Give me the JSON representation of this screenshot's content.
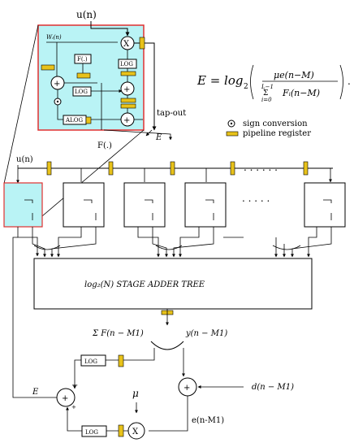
{
  "labels": {
    "input": "u(n)",
    "input_row": "u(n)",
    "tap_out": "tap-out",
    "feedback_F": "F(.)",
    "feedback_E": "E",
    "adder_tree": "log₂(N) STAGE ADDER TREE",
    "sum_f": "Σ F(n − M1)",
    "y_out": "y(n − M1)",
    "desired": "d(n − M1)",
    "error": "e(n-M1)",
    "mu": "μ",
    "e_left": "E",
    "ellipsis_top": ". . . . . .",
    "ellipsis_mid": ". . . . .",
    "minus": "−",
    "plus": "+"
  },
  "inset": {
    "weight": "Wᵢ(n)",
    "mult": "X",
    "f_box": "F(.)",
    "log_top": "LOG",
    "log_mid": "LOG",
    "alog": "ALOG",
    "plus": "+"
  },
  "blocks": {
    "log_top": "LOG",
    "log_bottom": "LOG",
    "mult": "X",
    "plus": "+"
  },
  "formula": {
    "lhs": "E = log",
    "sub": "2",
    "numerator": "μe(n−M)",
    "den_sum": "Σ",
    "den_top": "L−1",
    "den_bottom": "i=0",
    "den_term": "Fᵢ(n−M)",
    "period": "."
  },
  "legend": {
    "sign_conversion": "sign conversion",
    "pipeline_register": "pipeline register"
  },
  "colors": {
    "highlight_fill": "#b9f3f5",
    "highlight_border": "#e03030",
    "register": "#e8c21a"
  }
}
